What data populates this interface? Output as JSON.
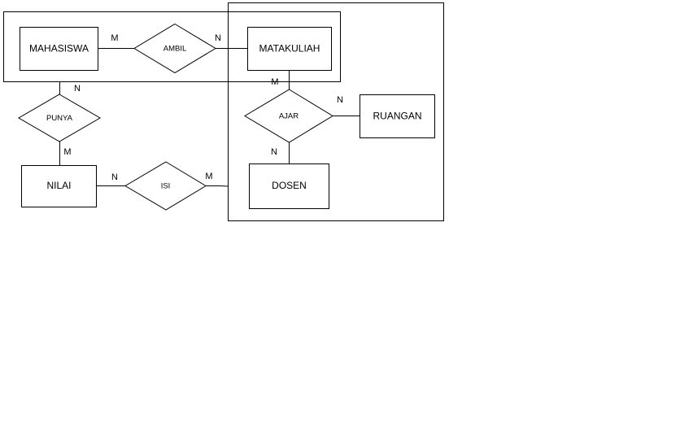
{
  "entities": {
    "mahasiswa": "MAHASISWA",
    "matakuliah": "MATAKULIAH",
    "ruangan": "RUANGAN",
    "nilai": "NILAI",
    "dosen": "DOSEN"
  },
  "relationships": {
    "ambil": "AMBIL",
    "ajar": "AJAR",
    "punya": "PUNYA",
    "isi": "ISI"
  },
  "cardinalities": {
    "ambil_mahasiswa": "M",
    "ambil_matakuliah": "N",
    "punya_mahasiswa": "N",
    "punya_nilai": "M",
    "ajar_matakuliah": "M",
    "ajar_ruangan": "N",
    "ajar_dosen": "N",
    "isi_nilai": "N",
    "isi_aggregate": "M"
  }
}
